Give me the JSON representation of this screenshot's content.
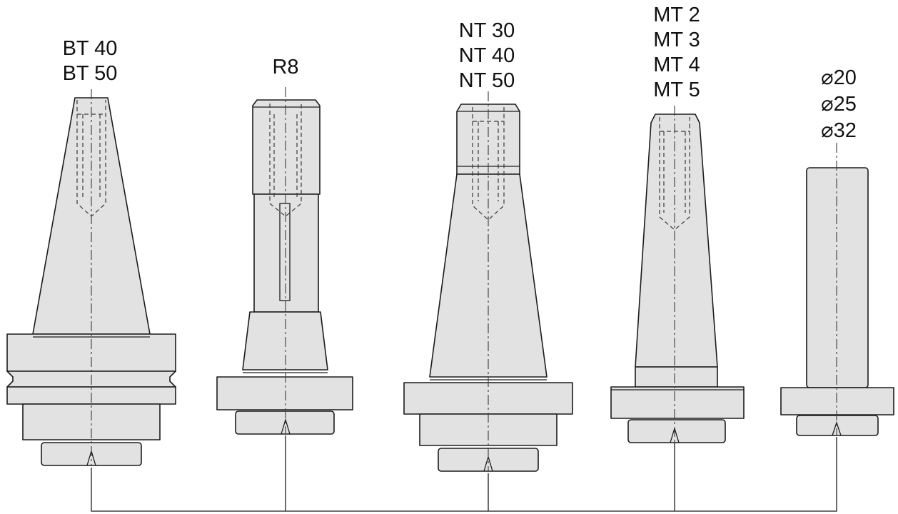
{
  "diagram": {
    "holders": [
      {
        "id": "bt",
        "labels": [
          "BT 40",
          "BT 50"
        ]
      },
      {
        "id": "r8",
        "labels": [
          "R8"
        ]
      },
      {
        "id": "nt",
        "labels": [
          "NT 30",
          "NT 40",
          "NT 50"
        ]
      },
      {
        "id": "mt",
        "labels": [
          "MT 2",
          "MT 3",
          "MT 4",
          "MT 5"
        ]
      },
      {
        "id": "cyl",
        "labels": [
          "⌀20",
          "⌀25",
          "⌀32"
        ]
      }
    ]
  }
}
